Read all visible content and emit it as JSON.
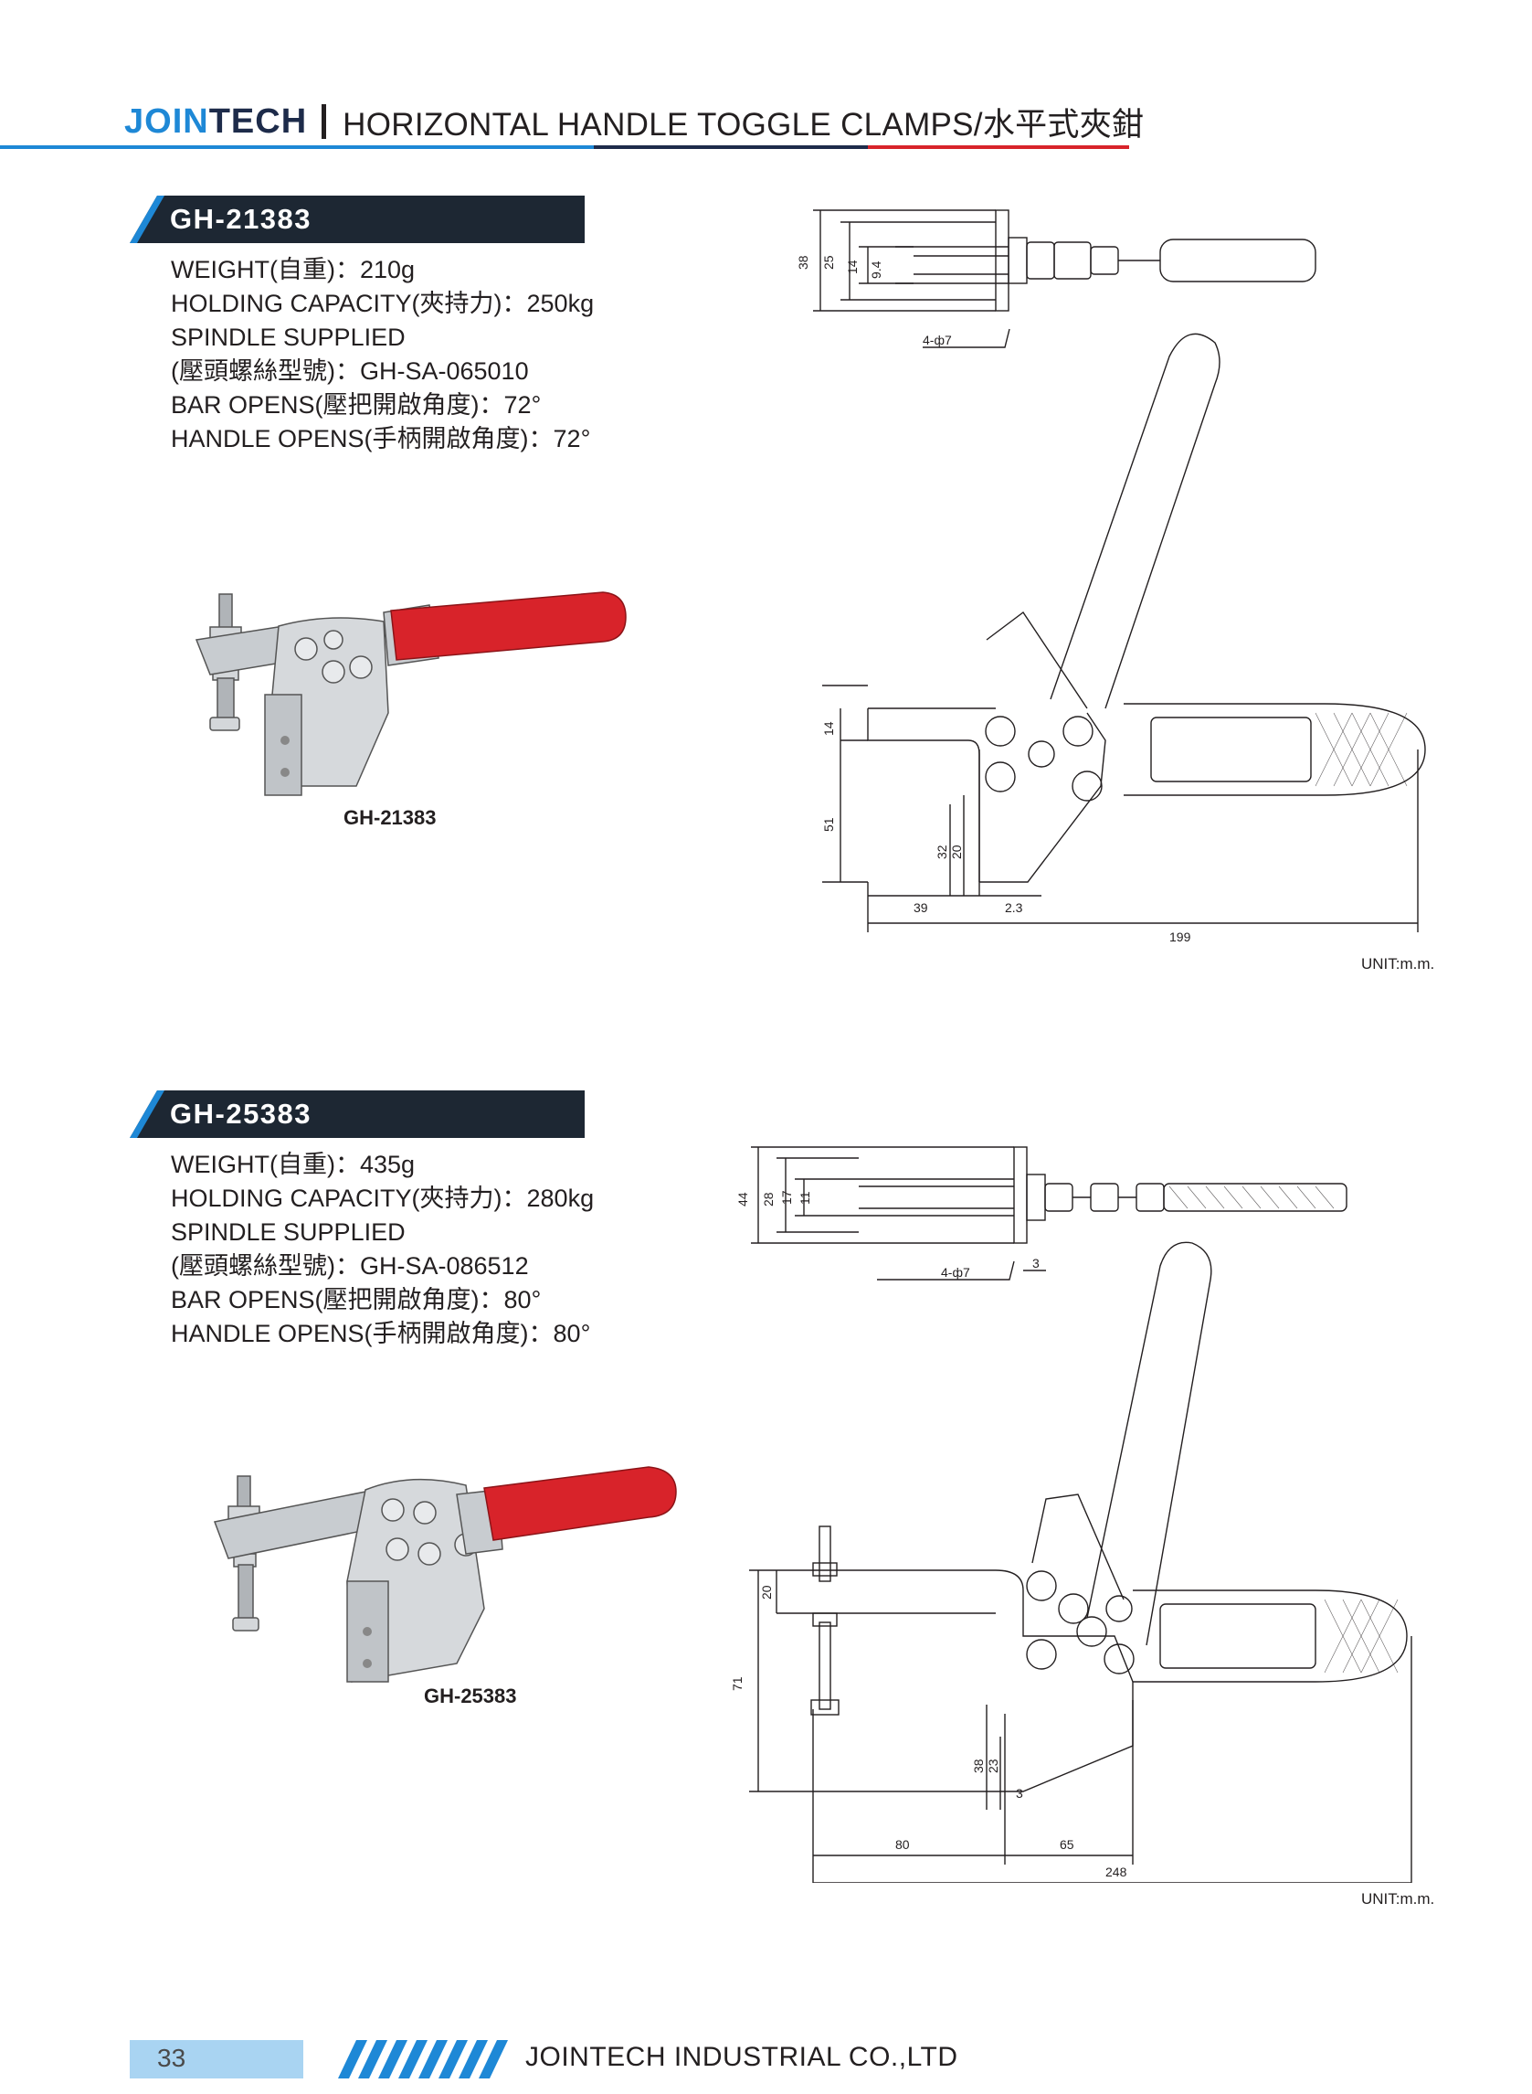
{
  "header": {
    "brand_a": "JOIN",
    "brand_b": "TECH",
    "title": "HORIZONTAL HANDLE TOGGLE CLAMPS/水平式夾鉗"
  },
  "products": [
    {
      "model": "GH-21383",
      "specs": [
        "WEIGHT(自重)：210g",
        "HOLDING CAPACITY(夾持力)：250kg",
        "SPINDLE SUPPLIED",
        "(壓頭螺絲型號)：GH-SA-065010",
        "BAR OPENS(壓把開啟角度)：72°",
        "HANDLE OPENS(手柄開啟角度)：72°"
      ],
      "photo_label": "GH-21383",
      "unit": "UNIT:m.m.",
      "dims": [
        "38",
        "25",
        "14",
        "9.4",
        "4-ф7",
        "14",
        "51",
        "32",
        "20",
        "39",
        "2.3",
        "199"
      ],
      "colors": {
        "handle": "#d8232a",
        "metal": "#c8ccd0"
      }
    },
    {
      "model": "GH-25383",
      "specs": [
        "WEIGHT(自重)：435g",
        "HOLDING CAPACITY(夾持力)：280kg",
        "SPINDLE SUPPLIED",
        "(壓頭螺絲型號)：GH-SA-086512",
        "BAR OPENS(壓把開啟角度)：80°",
        "HANDLE OPENS(手柄開啟角度)：80°"
      ],
      "photo_label": "GH-25383",
      "unit": "UNIT:m.m.",
      "dims": [
        "44",
        "28",
        "17",
        "11",
        "4-ф7",
        "3",
        "20",
        "71",
        "38",
        "23",
        "3",
        "80",
        "65",
        "248"
      ],
      "colors": {
        "handle": "#d8232a",
        "metal": "#c8ccd0"
      }
    }
  ],
  "footer": {
    "page": "33",
    "company": "JOINTECH INDUSTRIAL CO.,LTD"
  },
  "colors": {
    "brand_blue": "#1e88d6",
    "brand_navy": "#1d2b4a",
    "accent_red": "#d8232a",
    "banner_dark": "#1d2733"
  }
}
